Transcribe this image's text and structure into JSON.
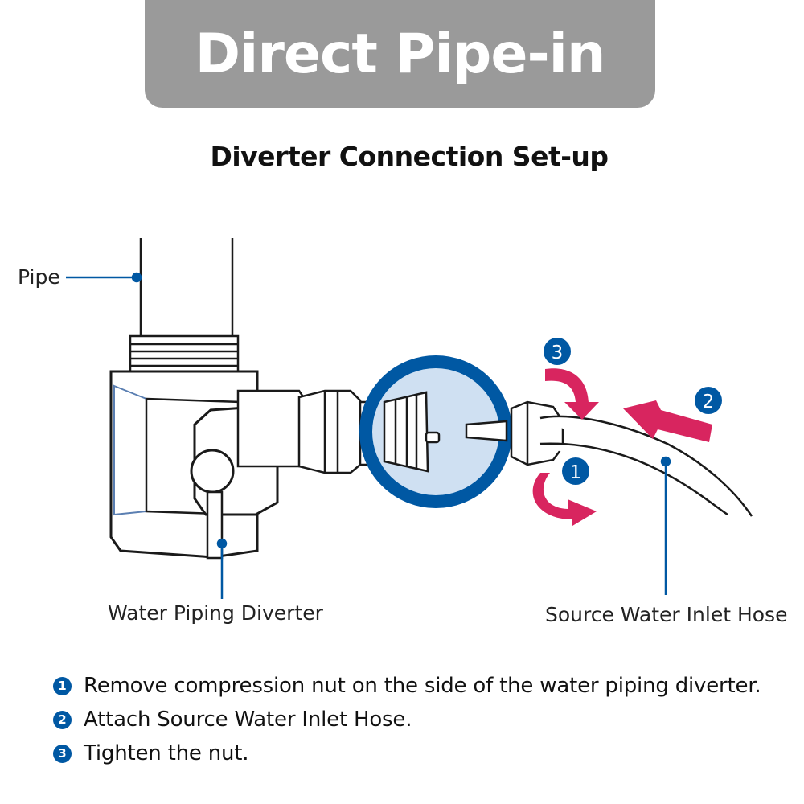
{
  "title": "Direct Pipe-in",
  "subtitle": "Diverter Connection Set-up",
  "labels": {
    "pipe": "Pipe",
    "diverter": "Water Piping Diverter",
    "hose": "Source Water Inlet Hose"
  },
  "markers": {
    "one": "1",
    "two": "2",
    "three": "3"
  },
  "steps": [
    {
      "num": "1",
      "text": "Remove compression nut on the side of the water piping diverter."
    },
    {
      "num": "2",
      "text": "Attach Source Water Inlet Hose."
    },
    {
      "num": "3",
      "text": "Tighten the nut."
    }
  ],
  "colors": {
    "banner": "#9a9a9a",
    "accent_blue": "#0058a3",
    "arrow_pink": "#d8255f",
    "zoom_fill": "#cfe0f2"
  }
}
